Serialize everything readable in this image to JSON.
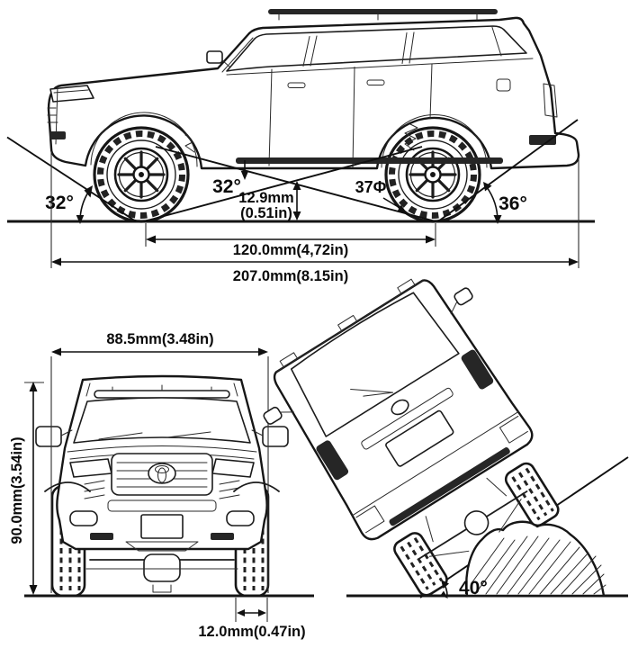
{
  "page": {
    "background_color": "#ffffff",
    "ink_color": "#1c1c1c",
    "description": "Three-view dimensional line drawing of a Toyota Land Cruiser style off-road vehicle with angle and size annotations"
  },
  "side_view": {
    "approach_angle_label": "32°",
    "breakover_angle_label": "32°",
    "ground_clearance_mm_label": "12.9mm",
    "ground_clearance_in_label": "(0.51in)",
    "tire_diameter_label": "37Φ",
    "departure_angle_label": "36°",
    "wheelbase_label": "120.0mm(4,72in)",
    "overall_length_label": "207.0mm(8.15in)"
  },
  "front_view": {
    "overall_width_label": "88.5mm(3.48in)",
    "overall_height_label": "90.0mm(3.54in)",
    "tire_width_label": "12.0mm(0.47in)"
  },
  "tilt_view": {
    "side_slope_angle_label": "40°"
  }
}
